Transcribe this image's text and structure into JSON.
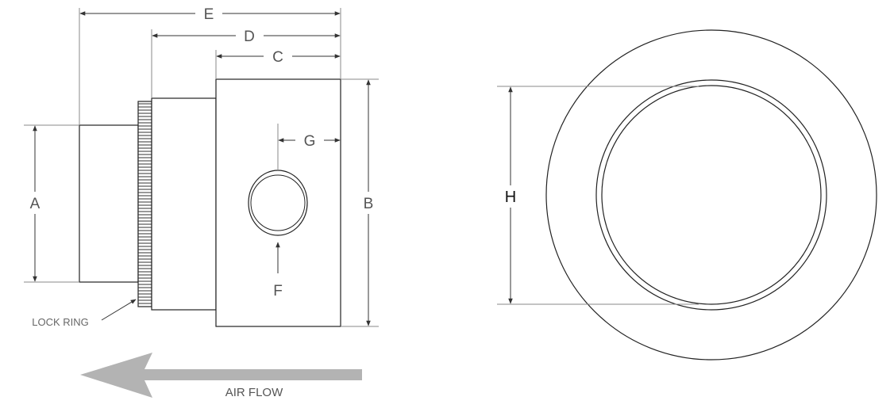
{
  "labels": {
    "A": "A",
    "B": "B",
    "C": "C",
    "D": "D",
    "E": "E",
    "F": "F",
    "G": "G",
    "H": "H",
    "lock_ring": "LOCK RING",
    "air_flow": "AIR FLOW"
  },
  "colors": {
    "outline": "#222222",
    "dimension_line": "#333333",
    "arrow_fill": "#b3b3b3",
    "label_text": "#555555"
  }
}
